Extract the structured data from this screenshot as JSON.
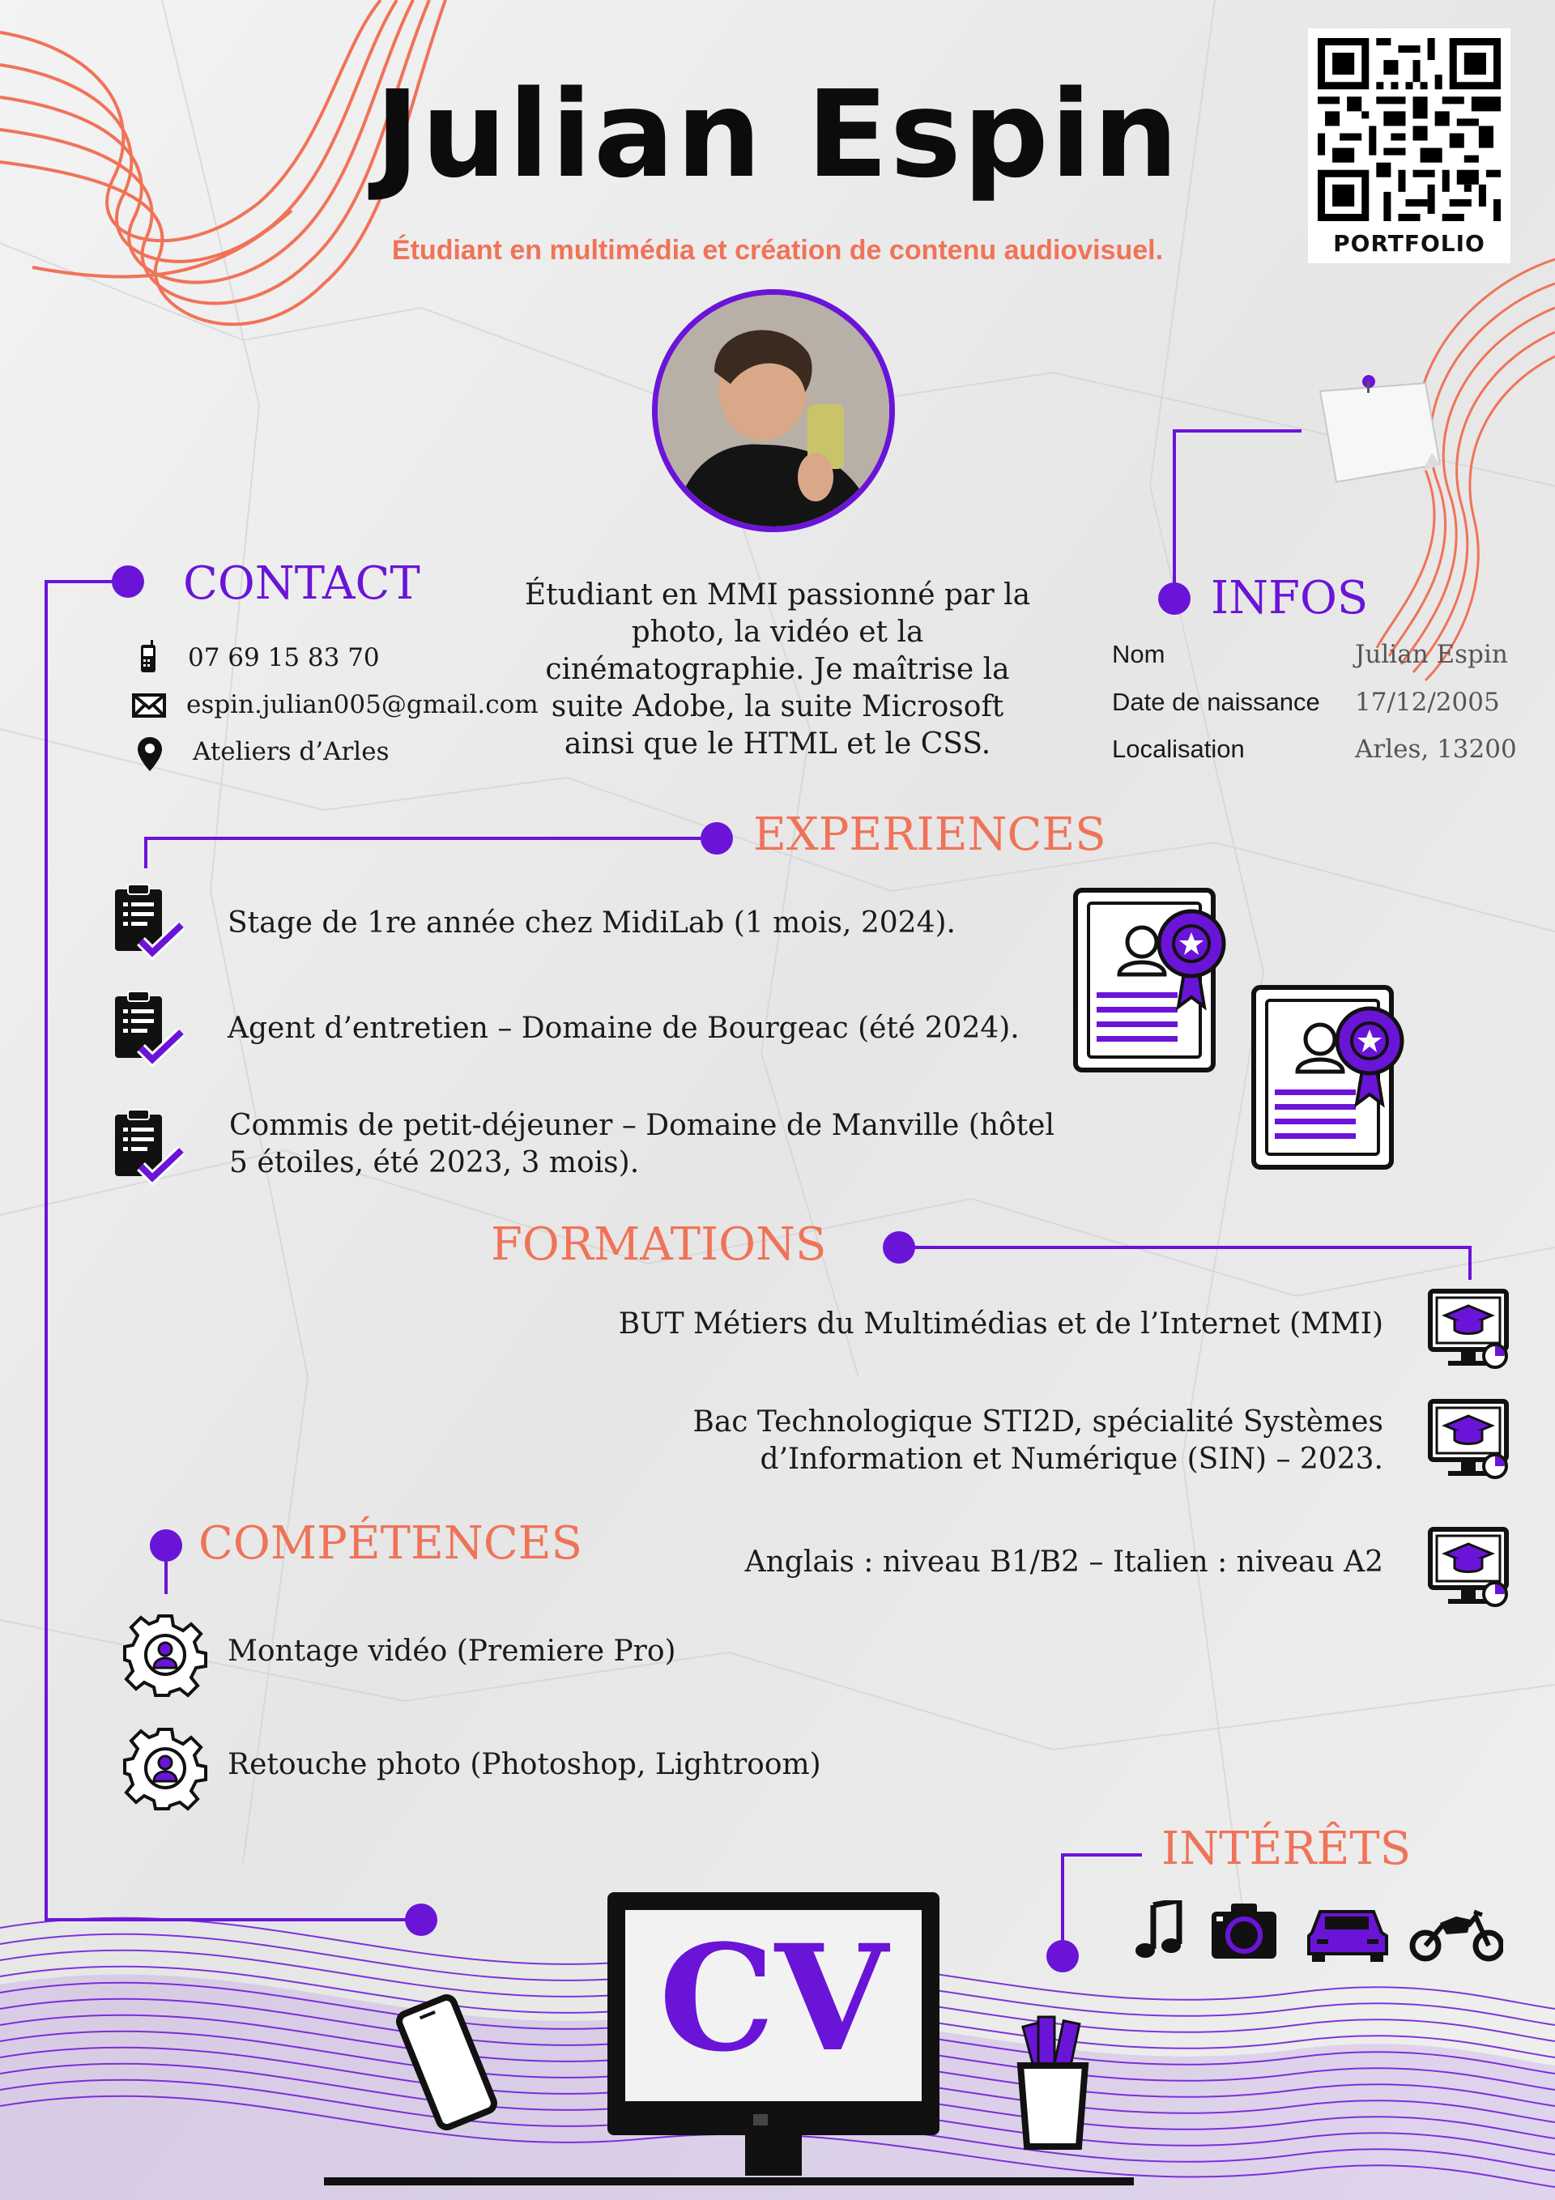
{
  "header": {
    "name": "Julian Espin",
    "subtitle": "Étudiant en multimédia et création de contenu audiovisuel.",
    "qr_label": "PORTFOLIO"
  },
  "colors": {
    "accent_purple": "#6a14d8",
    "accent_orange": "#f07358"
  },
  "contact": {
    "title": "CONTACT",
    "items": [
      {
        "icon": "phone-icon",
        "text": "07 69 15 83 70"
      },
      {
        "icon": "mail-icon",
        "text": "espin.julian005@gmail.com"
      },
      {
        "icon": "location-pin-icon",
        "text": "Ateliers d’Arles"
      }
    ]
  },
  "bio": "Étudiant en MMI passionné par la photo, la vidéo et la cinématographie. Je maîtrise la suite Adobe, la suite Microsoft ainsi que le HTML et le CSS.",
  "infos": {
    "title": "INFOS",
    "rows": [
      {
        "label": "Nom",
        "value": "Julian Espin"
      },
      {
        "label": "Date de naissance",
        "value": "17/12/2005"
      },
      {
        "label": "Localisation",
        "value": "Arles, 13200"
      }
    ]
  },
  "experiences": {
    "title": "EXPERIENCES",
    "items": [
      {
        "icon": "clipboard-check-icon",
        "text": "Stage de 1re année chez MidiLab (1 mois, 2024)."
      },
      {
        "icon": "clipboard-check-icon",
        "text": "Agent d’entretien – Domaine de Bourgeac (été 2024)."
      },
      {
        "icon": "clipboard-check-icon",
        "lines": [
          "Commis de petit-déjeuner – Domaine de Manville (hôtel",
          "5 étoiles, été 2023, 3 mois)."
        ]
      }
    ]
  },
  "formations": {
    "title": "FORMATIONS",
    "items": [
      {
        "icon": "graduation-monitor-icon",
        "lines": [
          "BUT Métiers du Multimédias et de l’Internet (MMI)"
        ]
      },
      {
        "icon": "graduation-monitor-icon",
        "lines": [
          "Bac Technologique STI2D, spécialité Systèmes",
          "d’Information et Numérique (SIN) – 2023."
        ]
      },
      {
        "icon": "graduation-monitor-icon",
        "lines": [
          "Anglais : niveau B1/B2 – Italien : niveau A2"
        ]
      }
    ]
  },
  "competences": {
    "title": "COMPÉTENCES",
    "items": [
      {
        "icon": "gear-user-icon",
        "text": "Montage vidéo (Premiere Pro)"
      },
      {
        "icon": "gear-user-icon",
        "text": "Retouche photo (Photoshop, Lightroom)"
      }
    ]
  },
  "interets": {
    "title": "INTÉRÊTS",
    "icons": [
      "music-note-icon",
      "camera-icon",
      "car-icon",
      "motorcycle-icon"
    ]
  },
  "footer": {
    "monitor_text": "CV"
  }
}
